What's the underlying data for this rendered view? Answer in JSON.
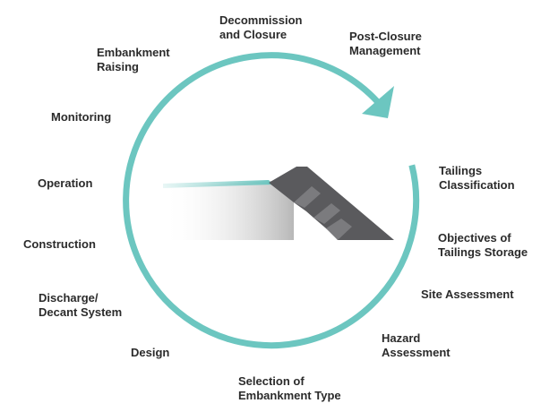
{
  "palette": {
    "cycle_ring": "#6cc6c0",
    "embankment_dark": "#5a5a5d",
    "embankment_mid": "#7b7b7e",
    "tailings_fill": "#b8b8b8",
    "water_surface": "#6cc6c0",
    "label_text": "#2b2b2b",
    "background": "#ffffff"
  },
  "icons": {
    "cycle_arrow": "circular-arrow-icon",
    "embankment": "tailings-dam-embankment-icon"
  },
  "stages": [
    {
      "id": "decommission-and-closure",
      "text": "Decommission\nand Closure"
    },
    {
      "id": "post-closure-management",
      "text": "Post-Closure\nManagement"
    },
    {
      "id": "embankment-raising",
      "text": "Embankment\nRaising"
    },
    {
      "id": "monitoring",
      "text": "Monitoring"
    },
    {
      "id": "operation",
      "text": "Operation"
    },
    {
      "id": "construction",
      "text": "Construction"
    },
    {
      "id": "discharge-decant-system",
      "text": "Discharge/\nDecant System"
    },
    {
      "id": "design",
      "text": "Design"
    },
    {
      "id": "selection-of-embankment-type",
      "text": "Selection of\nEmbankment Type"
    },
    {
      "id": "hazard-assessment",
      "text": "Hazard\nAssessment"
    },
    {
      "id": "site-assessment",
      "text": "Site Assessment"
    },
    {
      "id": "objectives-of-tailings-storage",
      "text": "Objectives of\nTailings Storage"
    },
    {
      "id": "tailings-classification",
      "text": "Tailings\nClassification"
    }
  ]
}
